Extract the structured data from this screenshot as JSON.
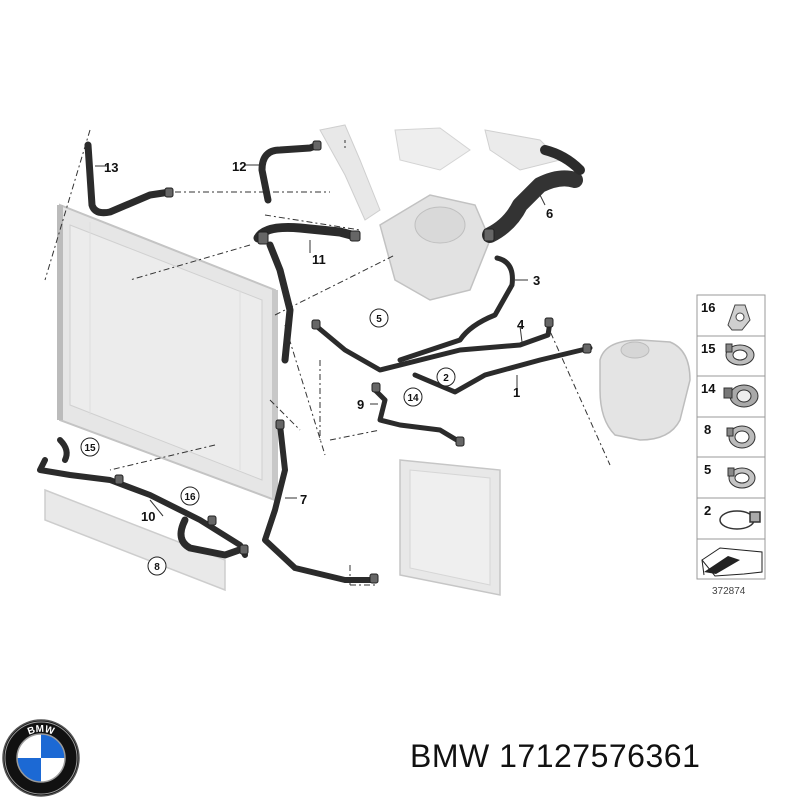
{
  "diagram": {
    "callouts": [
      "1",
      "2",
      "3",
      "4",
      "5",
      "6",
      "7",
      "8",
      "9",
      "10",
      "11",
      "12",
      "13",
      "14",
      "15",
      "16"
    ],
    "legend": [
      "16",
      "15",
      "14",
      "8",
      "5",
      "2"
    ],
    "reference_number": "372874"
  },
  "brand": {
    "logo_text": "BMW",
    "name": "BMW",
    "part_number": "17127576361"
  },
  "colors": {
    "hose": "#2b2b2b",
    "component": "#e3e3e3",
    "component_edge": "#bdbdbd",
    "leader": "#333333",
    "logo_blue": "#1c69d4"
  }
}
